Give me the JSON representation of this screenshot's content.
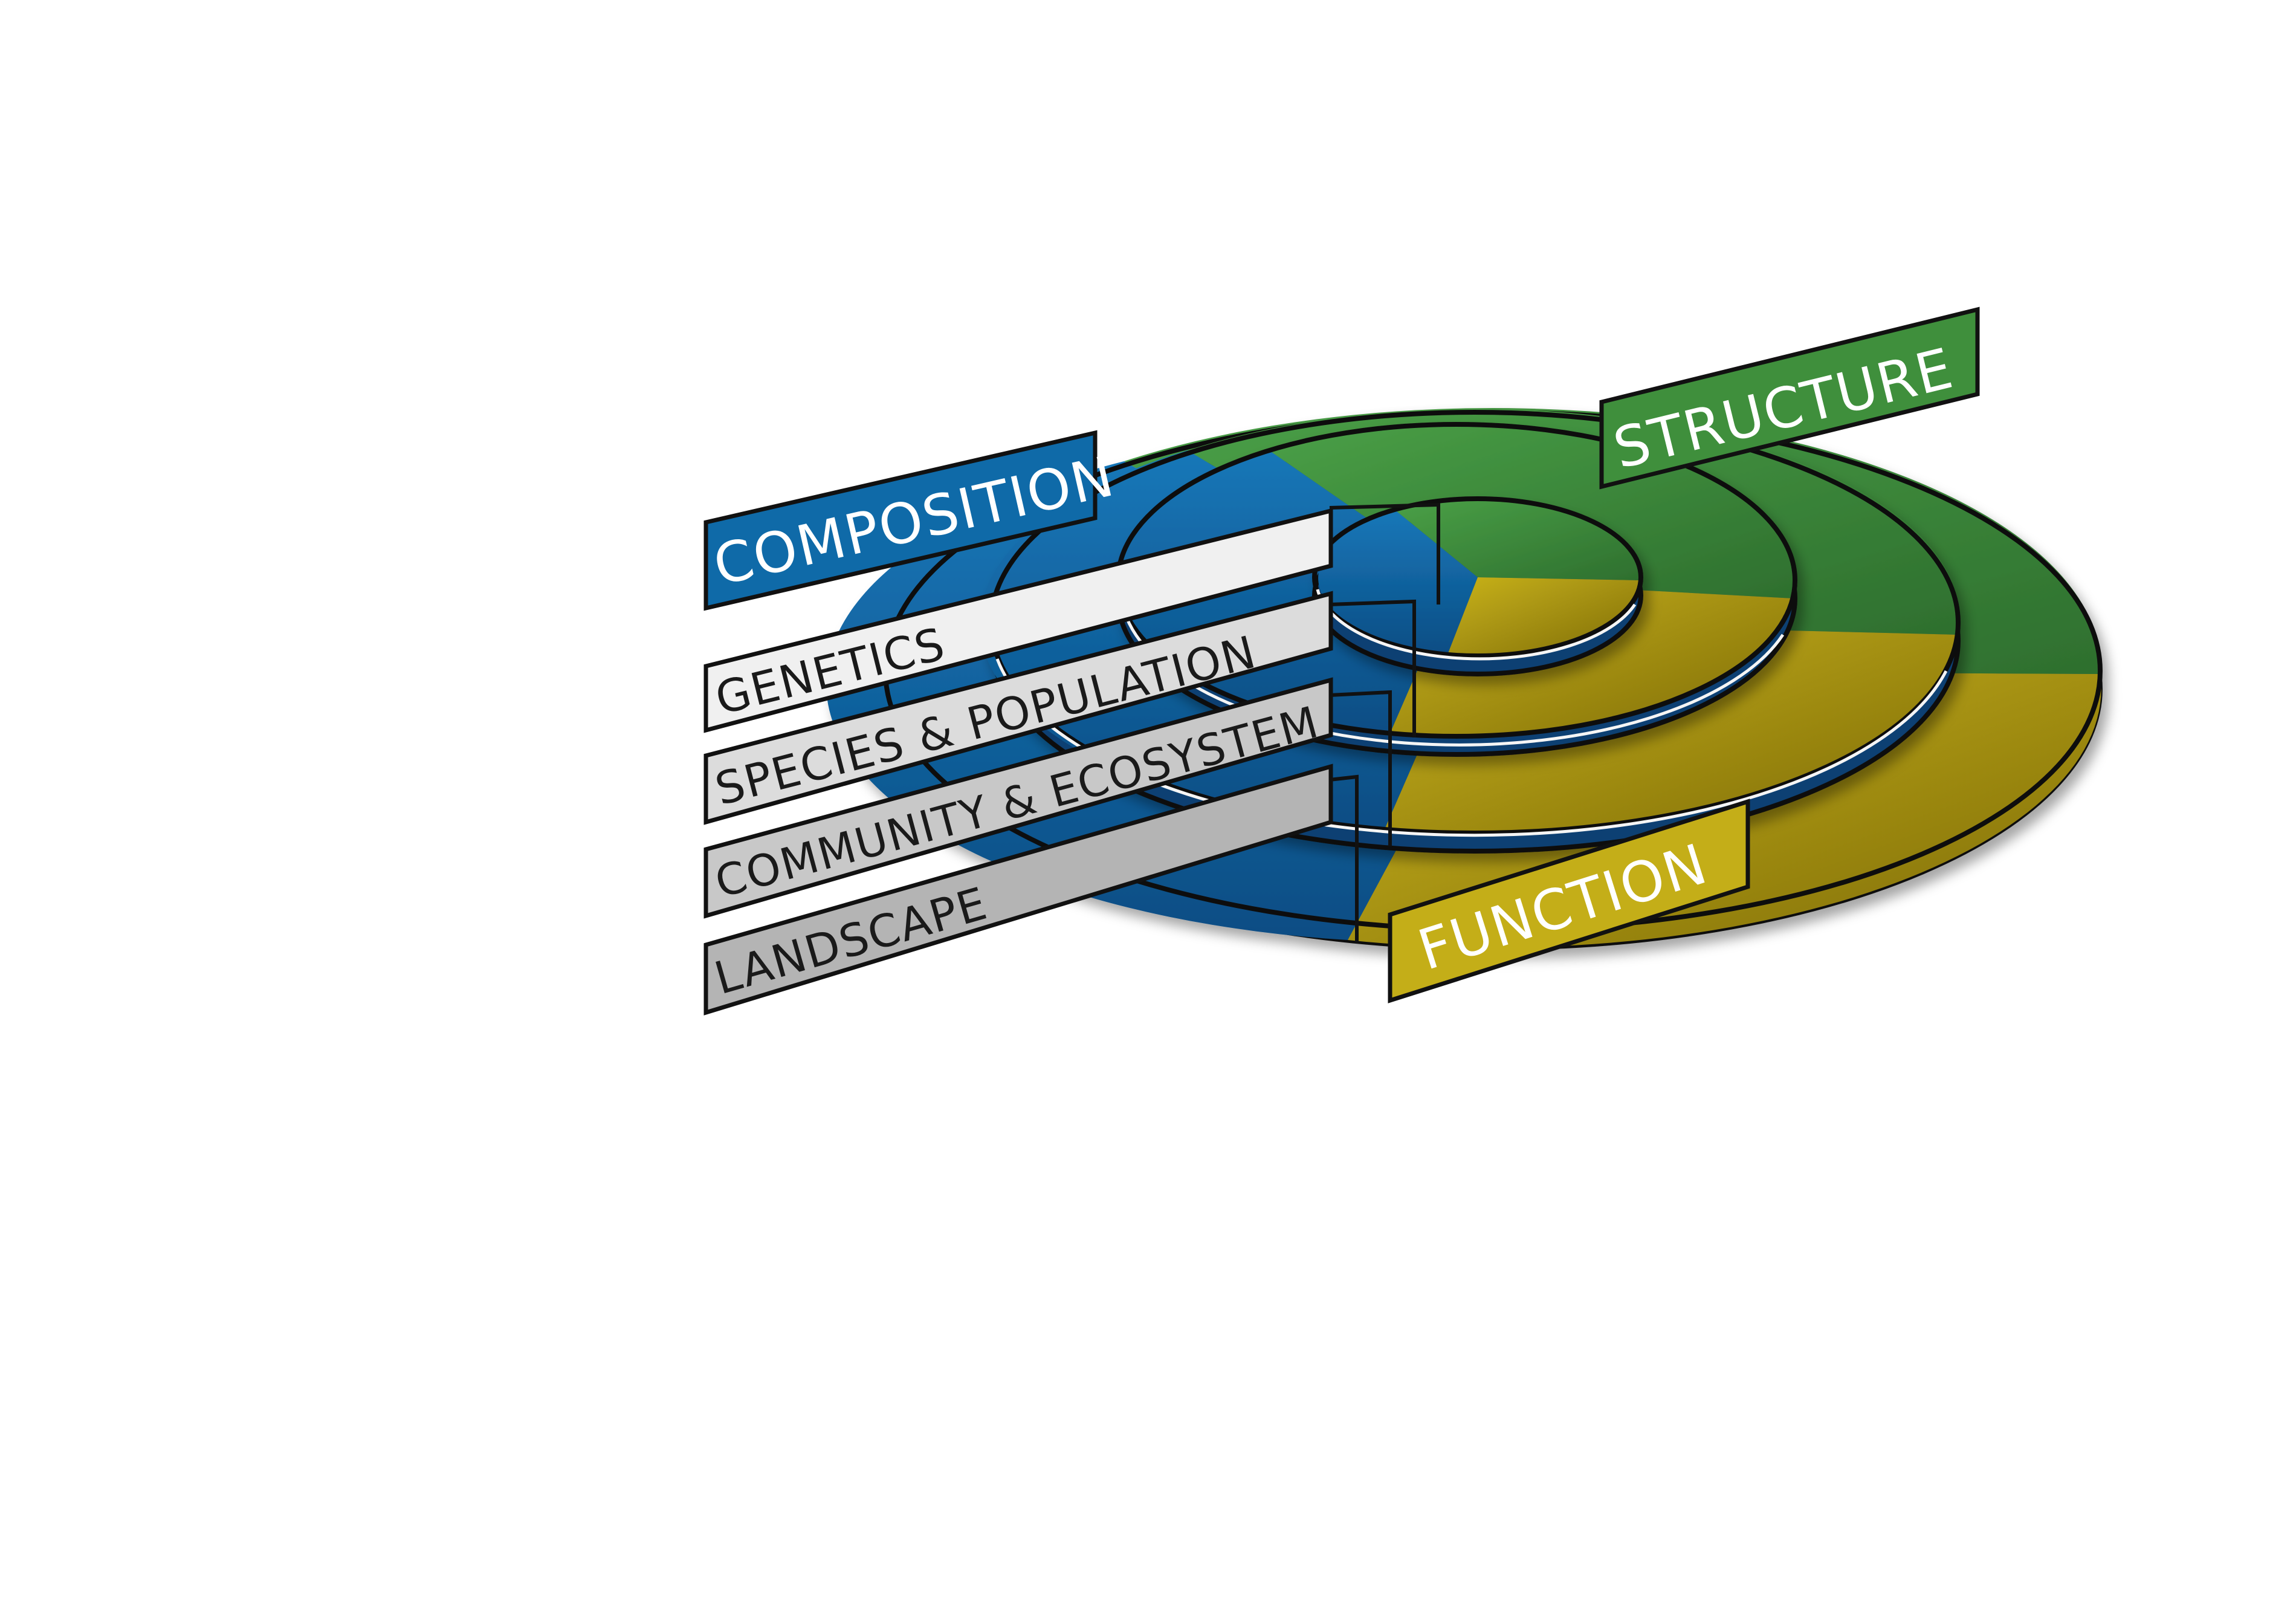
{
  "diagram": {
    "dimensions": {
      "composition": "COMPOSITION",
      "structure": "STRUCTURE",
      "function": "FUNCTION"
    },
    "levels": [
      "GENETICS",
      "SPECIES & POPULATION",
      "COMMUNITY & ECOSYSTEM",
      "LANDSCAPE"
    ],
    "colors": {
      "composition": "#0f6aa8",
      "structure": "#3f8f3c",
      "function": "#c4ae18",
      "outline": "#111111",
      "level_tags": [
        "#f0f0f0",
        "#dcdcdc",
        "#c8c8c8",
        "#b4b4b4"
      ]
    }
  }
}
